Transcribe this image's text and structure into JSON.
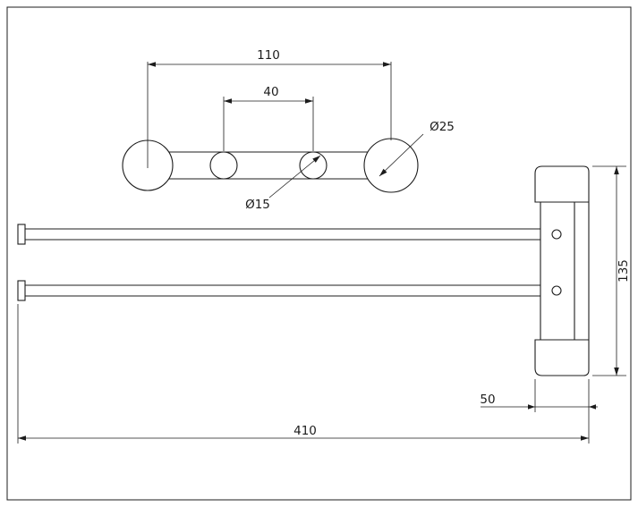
{
  "drawing": {
    "colors": {
      "line": "#1c1c1c",
      "background": "#ffffff"
    },
    "views": {
      "top_view": {
        "dim_width": "110",
        "dim_hole_spacing": "40",
        "label_large_diameter": "Ø25",
        "label_small_diameter": "Ø15"
      },
      "front_view": {
        "dim_height": "135",
        "dim_depth": "50",
        "dim_length": "410"
      }
    }
  }
}
